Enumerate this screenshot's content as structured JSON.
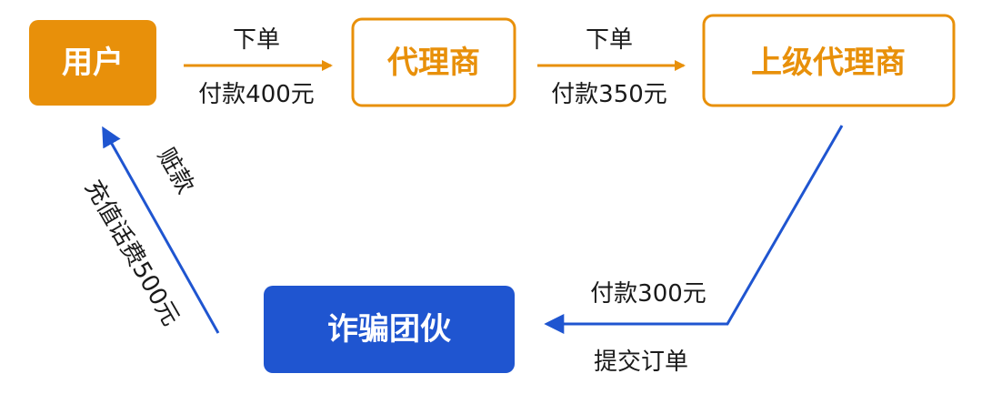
{
  "colors": {
    "orange": "#e8900a",
    "blue": "#1f55d0",
    "text_dark": "#1a1a1a",
    "white": "#ffffff"
  },
  "nodes": {
    "user": "用户",
    "agent": "代理商",
    "upper_agent": "上级代理商",
    "fraud_gang": "诈骗团伙"
  },
  "edges": {
    "user_to_agent": {
      "top": "下单",
      "bottom": "付款400元"
    },
    "agent_to_upper": {
      "top": "下单",
      "bottom": "付款350元"
    },
    "upper_to_gang": {
      "top": "付款300元",
      "bottom": "提交订单"
    },
    "gang_to_user": {
      "inner": "赃款",
      "outer": "充值话费500元"
    }
  }
}
